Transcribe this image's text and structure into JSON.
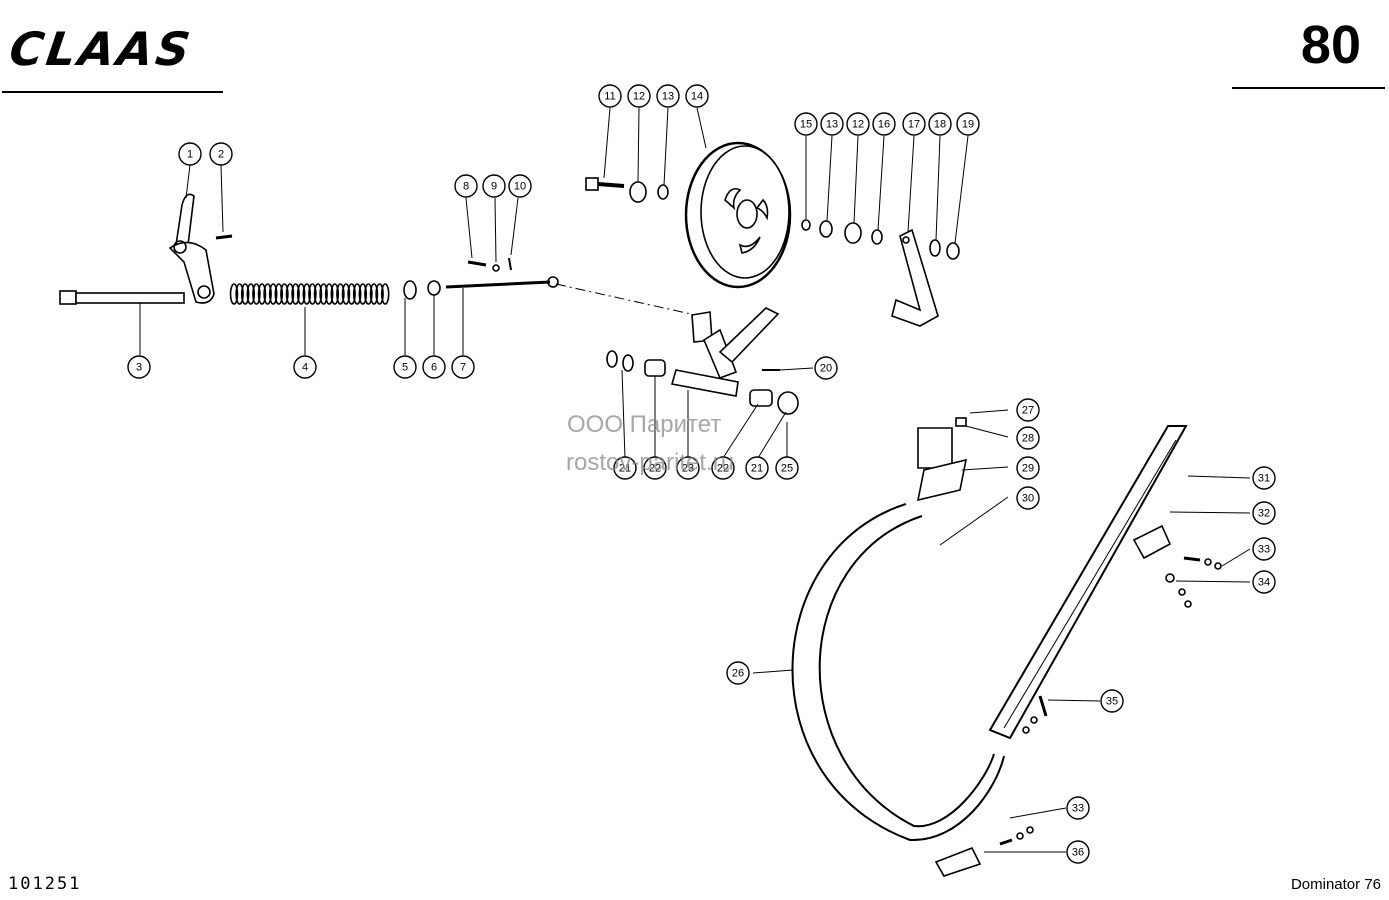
{
  "header": {
    "brand": "CLAAS",
    "page_number": "80"
  },
  "footer": {
    "document_number": "101251",
    "model": "Dominator 76"
  },
  "watermark": {
    "line1": "ООО Паритет",
    "line2": "rostov-paritet.ru"
  },
  "callouts": [
    "1",
    "2",
    "3",
    "4",
    "5",
    "6",
    "7",
    "8",
    "9",
    "10",
    "11",
    "12",
    "13",
    "14",
    "15",
    "13",
    "12",
    "16",
    "17",
    "18",
    "19",
    "20",
    "21",
    "22",
    "23",
    "22",
    "21",
    "25",
    "27",
    "28",
    "29",
    "30",
    "31",
    "32",
    "33",
    "34",
    "35",
    "26",
    "33",
    "36"
  ]
}
